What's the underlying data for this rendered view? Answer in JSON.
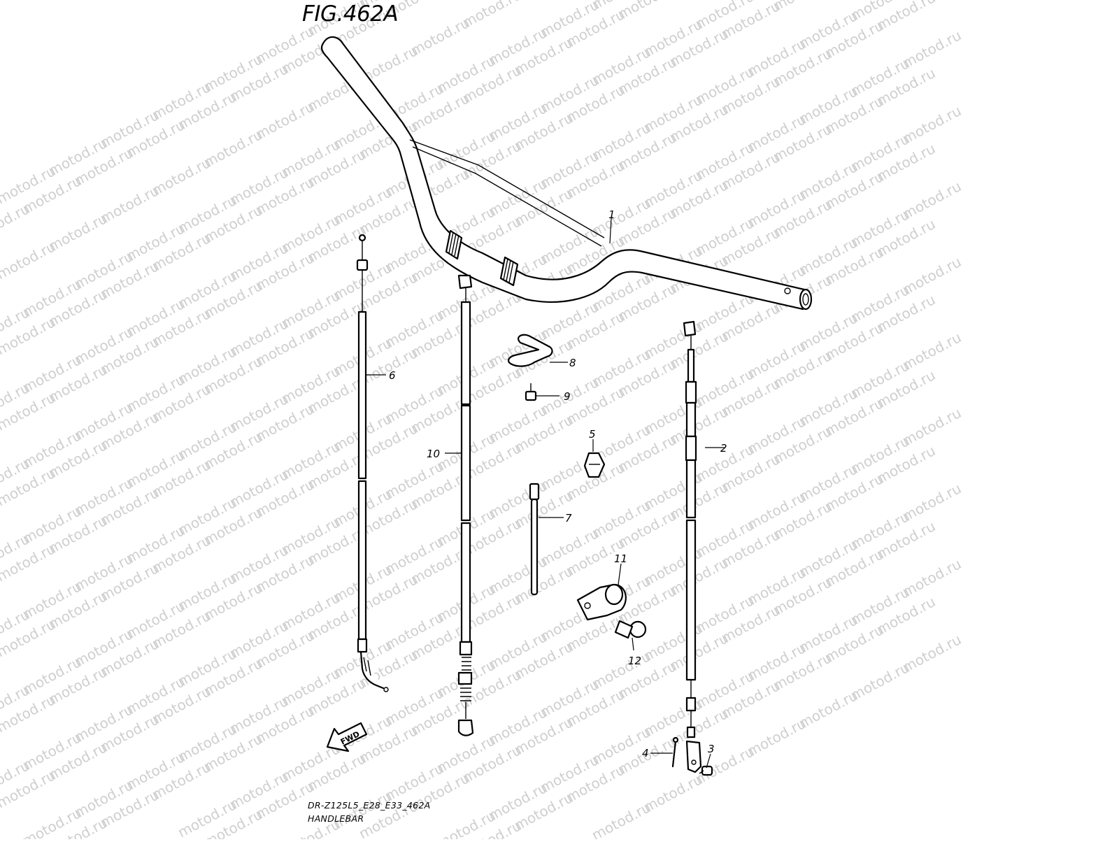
{
  "figure": {
    "title": "FIG.462A",
    "code": "DR-Z125L5_E28_E33_462A",
    "name": "HANDLEBAR",
    "direction_label": "FWD"
  },
  "watermark": {
    "text": "motod.ru"
  },
  "callouts": [
    "1",
    "2",
    "3",
    "4",
    "5",
    "6",
    "7",
    "8",
    "9",
    "10",
    "11",
    "12"
  ],
  "parts": [
    {
      "no": "1",
      "icon": "handlebar-icon"
    },
    {
      "no": "2",
      "icon": "cable-icon"
    },
    {
      "no": "3",
      "icon": "screw-icon"
    },
    {
      "no": "4",
      "icon": "cotter-pin-icon"
    },
    {
      "no": "5",
      "icon": "clip-icon"
    },
    {
      "no": "6",
      "icon": "cable-icon"
    },
    {
      "no": "7",
      "icon": "cable-tie-icon"
    },
    {
      "no": "8",
      "icon": "guide-icon"
    },
    {
      "no": "9",
      "icon": "bolt-icon"
    },
    {
      "no": "10",
      "icon": "cable-icon"
    },
    {
      "no": "11",
      "icon": "clamp-icon"
    },
    {
      "no": "12",
      "icon": "bolt-icon"
    }
  ]
}
